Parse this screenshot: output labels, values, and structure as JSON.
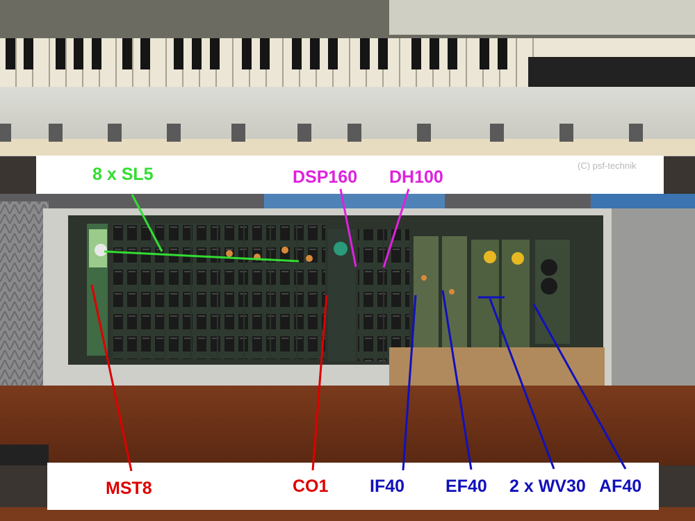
{
  "copyright": "(C) psf-technik",
  "labels": {
    "sl5": "8 x SL5",
    "dsp160": "DSP160",
    "dh100": "DH100",
    "mst8": "MST8",
    "co1": "CO1",
    "if40": "IF40",
    "ef40": "EF40",
    "wv30": "2 x WV30",
    "af40": "AF40"
  },
  "colors": {
    "green": "#33dd33",
    "magenta": "#dd22dd",
    "red": "#dd0000",
    "blue": "#1111bb"
  }
}
